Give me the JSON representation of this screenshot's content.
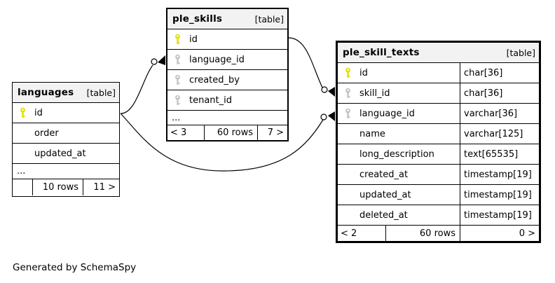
{
  "diagram": {
    "generated_by": "Generated by SchemaSpy",
    "colors": {
      "primary_key": "#dfdf00",
      "foreign_key": "#c3c3c3",
      "header_bg": "#f2f2f2",
      "line": "#000000"
    },
    "relationships": [
      {
        "from": "languages.id",
        "to": "ple_skills.language_id"
      },
      {
        "from": "ple_skills.id",
        "to": "ple_skill_texts.skill_id"
      },
      {
        "from": "languages.id",
        "to": "ple_skill_texts.language_id"
      }
    ]
  },
  "tables": [
    {
      "name": "languages",
      "tag": "[table]",
      "columns": [
        {
          "name": "id",
          "type": "",
          "key": "primary"
        },
        {
          "name": "order",
          "type": "",
          "key": "none"
        },
        {
          "name": "updated_at",
          "type": "",
          "key": "none"
        },
        {
          "name": "...",
          "type": "",
          "key": "ellipsis"
        }
      ],
      "footer": {
        "left": "",
        "center": "10 rows",
        "right": "11 >"
      }
    },
    {
      "name": "ple_skills",
      "tag": "[table]",
      "columns": [
        {
          "name": "id",
          "type": "",
          "key": "primary"
        },
        {
          "name": "language_id",
          "type": "",
          "key": "foreign"
        },
        {
          "name": "created_by",
          "type": "",
          "key": "foreign"
        },
        {
          "name": "tenant_id",
          "type": "",
          "key": "foreign"
        },
        {
          "name": "...",
          "type": "",
          "key": "ellipsis"
        }
      ],
      "footer": {
        "left": "< 3",
        "center": "60 rows",
        "right": "7 >"
      }
    },
    {
      "name": "ple_skill_texts",
      "tag": "[table]",
      "columns": [
        {
          "name": "id",
          "type": "char[36]",
          "key": "primary"
        },
        {
          "name": "skill_id",
          "type": "char[36]",
          "key": "foreign"
        },
        {
          "name": "language_id",
          "type": "varchar[36]",
          "key": "foreign"
        },
        {
          "name": "name",
          "type": "varchar[125]",
          "key": "none"
        },
        {
          "name": "long_description",
          "type": "text[65535]",
          "key": "none"
        },
        {
          "name": "created_at",
          "type": "timestamp[19]",
          "key": "none"
        },
        {
          "name": "updated_at",
          "type": "timestamp[19]",
          "key": "none"
        },
        {
          "name": "deleted_at",
          "type": "timestamp[19]",
          "key": "none"
        }
      ],
      "footer": {
        "left": "< 2",
        "center": "60 rows",
        "right": "0 >"
      }
    }
  ]
}
